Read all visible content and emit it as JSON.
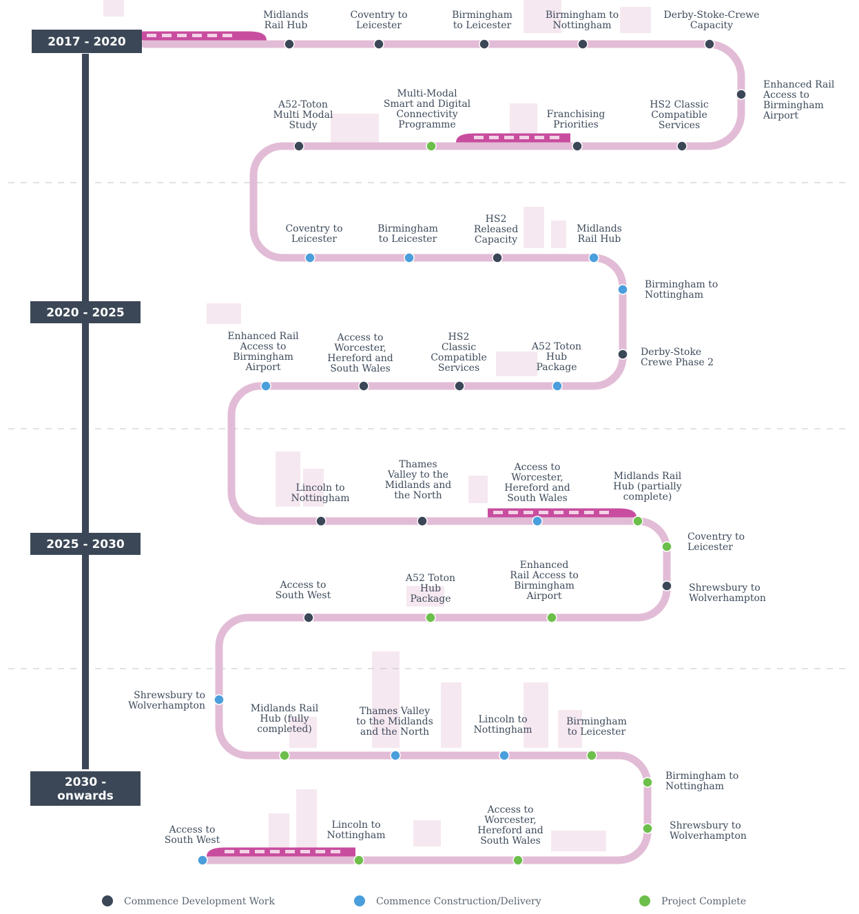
{
  "colors": {
    "track": "#e2bcd6",
    "era_bar": "#3b4756",
    "dev": "#3b4756",
    "construct": "#4a9edb",
    "complete": "#6cbf4a",
    "train": "#c84d9f",
    "divider": "#c0c4c8",
    "skyline": "#f6e8f0"
  },
  "eras": [
    {
      "lines": [
        "2017 - 2020"
      ]
    },
    {
      "lines": [
        "2020 - 2025"
      ]
    },
    {
      "lines": [
        "2025 - 2030"
      ]
    },
    {
      "lines": [
        "2030 -",
        "onwards"
      ]
    }
  ],
  "milestones": [
    {
      "lines": [
        "Midlands",
        "Rail Hub"
      ],
      "status": "dev"
    },
    {
      "lines": [
        "Coventry to",
        "Leicester"
      ],
      "status": "dev"
    },
    {
      "lines": [
        "Birmingham",
        "to Leicester"
      ],
      "status": "dev"
    },
    {
      "lines": [
        "Birmingham to",
        "Nottingham"
      ],
      "status": "dev"
    },
    {
      "lines": [
        "Derby-Stoke-Crewe",
        "Capacity"
      ],
      "status": "dev"
    },
    {
      "lines": [
        "Enhanced Rail",
        "Access to",
        "Birmingham",
        "Airport"
      ],
      "status": "dev"
    },
    {
      "lines": [
        "HS2 Classic",
        "Compatible",
        "Services"
      ],
      "status": "dev"
    },
    {
      "lines": [
        "Franchising",
        "Priorities"
      ],
      "status": "dev"
    },
    {
      "lines": [
        "Multi-Modal",
        "Smart and Digital",
        "Connectivity",
        "Programme"
      ],
      "status": "complete"
    },
    {
      "lines": [
        "A52-Toton",
        "Multi Modal",
        "Study"
      ],
      "status": "dev"
    },
    {
      "lines": [
        "Coventry to",
        "Leicester"
      ],
      "status": "construct"
    },
    {
      "lines": [
        "Birmingham",
        "to Leicester"
      ],
      "status": "construct"
    },
    {
      "lines": [
        "HS2",
        "Released",
        "Capacity"
      ],
      "status": "dev"
    },
    {
      "lines": [
        "Midlands",
        "Rail Hub"
      ],
      "status": "construct"
    },
    {
      "lines": [
        "Birmingham to",
        "Nottingham"
      ],
      "status": "construct"
    },
    {
      "lines": [
        "Derby-Stoke",
        "Crewe Phase 2"
      ],
      "status": "dev"
    },
    {
      "lines": [
        "A52 Toton",
        "Hub",
        "Package"
      ],
      "status": "construct"
    },
    {
      "lines": [
        "HS2",
        "Classic",
        "Compatible",
        "Services"
      ],
      "status": "dev"
    },
    {
      "lines": [
        "Access to",
        "Worcester,",
        "Hereford and",
        "South Wales"
      ],
      "status": "dev"
    },
    {
      "lines": [
        "Enhanced Rail",
        "Access to",
        "Birmingham",
        "Airport"
      ],
      "status": "construct"
    },
    {
      "lines": [
        "Lincoln to",
        "Nottingham"
      ],
      "status": "dev"
    },
    {
      "lines": [
        "Thames",
        "Valley to the",
        "Midlands and",
        "the North"
      ],
      "status": "dev"
    },
    {
      "lines": [
        "Access to",
        "Worcester,",
        "Hereford and",
        "South Wales"
      ],
      "status": "construct"
    },
    {
      "lines": [
        "Midlands Rail",
        "Hub (partially",
        "complete)"
      ],
      "status": "complete"
    },
    {
      "lines": [
        "Coventry to",
        "Leicester"
      ],
      "status": "complete"
    },
    {
      "lines": [
        "Shrewsbury to",
        "Wolverhampton"
      ],
      "status": "dev"
    },
    {
      "lines": [
        "Enhanced",
        "Rail Access to",
        "Birmingham",
        "Airport"
      ],
      "status": "complete"
    },
    {
      "lines": [
        "A52 Toton",
        "Hub",
        "Package"
      ],
      "status": "complete"
    },
    {
      "lines": [
        "Access to",
        "South West"
      ],
      "status": "dev"
    },
    {
      "lines": [
        "Shrewsbury to",
        "Wolverhampton"
      ],
      "status": "construct"
    },
    {
      "lines": [
        "Midlands Rail",
        "Hub (fully",
        "completed)"
      ],
      "status": "complete"
    },
    {
      "lines": [
        "Thames Valley",
        "to the Midlands",
        "and the North"
      ],
      "status": "construct"
    },
    {
      "lines": [
        "Lincoln to",
        "Nottingham"
      ],
      "status": "construct"
    },
    {
      "lines": [
        "Birmingham",
        "to Leicester"
      ],
      "status": "complete"
    },
    {
      "lines": [
        "Birmingham to",
        "Nottingham"
      ],
      "status": "complete"
    },
    {
      "lines": [
        "Shrewsbury to",
        "Wolverhampton"
      ],
      "status": "complete"
    },
    {
      "lines": [
        "Access to",
        "Worcester,",
        "Hereford and",
        "South Wales"
      ],
      "status": "complete"
    },
    {
      "lines": [
        "Lincoln to",
        "Nottingham"
      ],
      "status": "complete"
    },
    {
      "lines": [
        "Access to",
        "South West"
      ],
      "status": "construct"
    }
  ],
  "legend": [
    {
      "status": "dev",
      "label": "Commence Development Work"
    },
    {
      "status": "construct",
      "label": "Commence Construction/Delivery"
    },
    {
      "status": "complete",
      "label": "Project Complete"
    }
  ]
}
